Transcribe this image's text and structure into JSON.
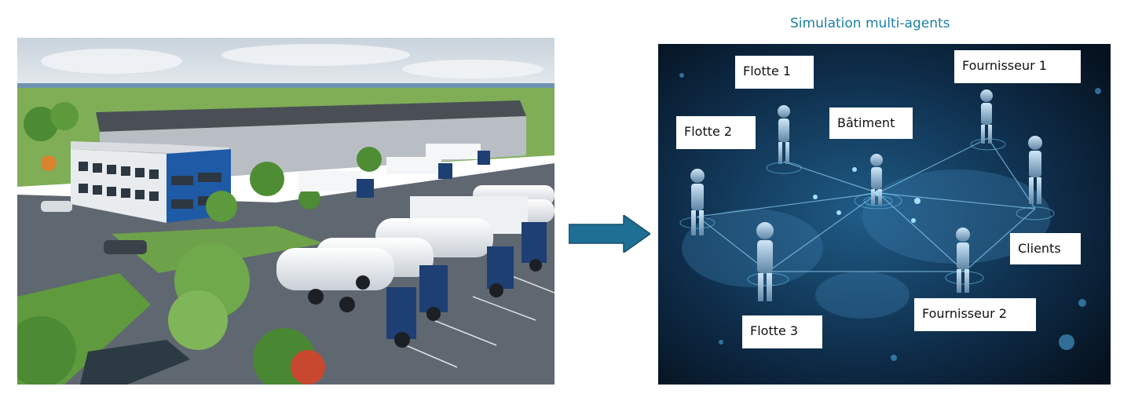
{
  "title": "Simulation multi-agents",
  "labels": {
    "flotte1": "Flotte 1",
    "flotte2": "Flotte 2",
    "flotte3": "Flotte 3",
    "batiment": "Bâtiment",
    "fournisseur1": "Fournisseur 1",
    "fournisseur2": "Fournisseur 2",
    "clients": "Clients"
  },
  "colors": {
    "title": "#1b7fa6",
    "arrow": "#1f6f94",
    "network_bg": "#0a1f33",
    "truck_cab": "#1d3f74"
  },
  "icons": {
    "arrow": "arrow-right-icon",
    "agent": "robot-agent-icon"
  }
}
